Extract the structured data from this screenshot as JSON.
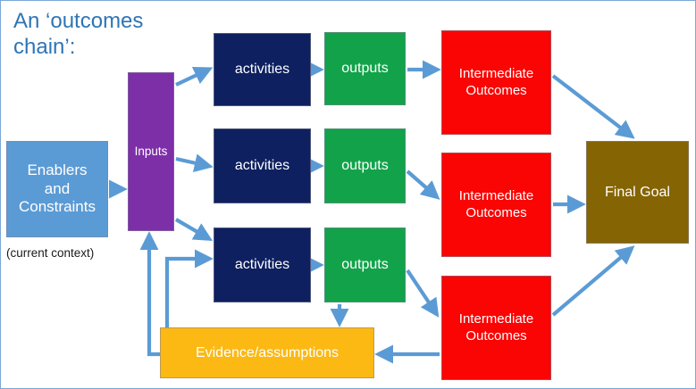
{
  "diagram": {
    "title": "An ‘outcomes\nchain’:",
    "context_note": "(current context)",
    "border_color": "#7BA7D7",
    "arrow_color": "#5B9BD5",
    "nodes": [
      {
        "id": "enablers",
        "label": "Enablers\nand\nConstraints",
        "color": "#5B9BD5",
        "text_color": "#ffffff"
      },
      {
        "id": "inputs",
        "label": "Inputs",
        "color": "#7D2FA8",
        "text_color": "#ffffff"
      },
      {
        "id": "act1",
        "label": "activities",
        "color": "#0E2060",
        "text_color": "#ffffff"
      },
      {
        "id": "act2",
        "label": "activities",
        "color": "#0E2060",
        "text_color": "#ffffff"
      },
      {
        "id": "act3",
        "label": "activities",
        "color": "#0E2060",
        "text_color": "#ffffff"
      },
      {
        "id": "out1",
        "label": "outputs",
        "color": "#12A34A",
        "text_color": "#ffffff"
      },
      {
        "id": "out2",
        "label": "outputs",
        "color": "#12A34A",
        "text_color": "#ffffff"
      },
      {
        "id": "out3",
        "label": "outputs",
        "color": "#12A34A",
        "text_color": "#ffffff"
      },
      {
        "id": "io1",
        "label": "Intermediate\nOutcomes",
        "color": "#FB0404",
        "text_color": "#ffffff"
      },
      {
        "id": "io2",
        "label": "Intermediate\nOutcomes",
        "color": "#FB0404",
        "text_color": "#ffffff"
      },
      {
        "id": "io3",
        "label": "Intermediate\nOutcomes",
        "color": "#FB0404",
        "text_color": "#ffffff"
      },
      {
        "id": "goal",
        "label": "Final Goal",
        "color": "#856404",
        "text_color": "#ffffff"
      },
      {
        "id": "evidence",
        "label": "Evidence/assumptions",
        "color": "#FCB913",
        "text_color": "#ffffff"
      }
    ],
    "edges": [
      {
        "from": "enablers",
        "to": "inputs"
      },
      {
        "from": "inputs",
        "to": "act1"
      },
      {
        "from": "inputs",
        "to": "act2"
      },
      {
        "from": "inputs",
        "to": "act3"
      },
      {
        "from": "act1",
        "to": "out1"
      },
      {
        "from": "act2",
        "to": "out2"
      },
      {
        "from": "act3",
        "to": "out3"
      },
      {
        "from": "out1",
        "to": "io1"
      },
      {
        "from": "out2",
        "to": "io2"
      },
      {
        "from": "out3",
        "to": "io3"
      },
      {
        "from": "out3",
        "to": "evidence"
      },
      {
        "from": "io1",
        "to": "goal"
      },
      {
        "from": "io2",
        "to": "goal"
      },
      {
        "from": "io3",
        "to": "goal"
      },
      {
        "from": "io3",
        "to": "evidence"
      },
      {
        "from": "evidence",
        "to": "inputs"
      },
      {
        "from": "evidence",
        "to": "act3"
      }
    ]
  }
}
